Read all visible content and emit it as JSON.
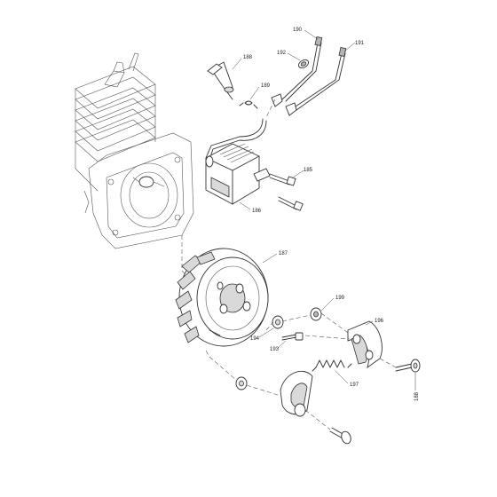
{
  "callouts": {
    "c188a": "188",
    "c189": "189",
    "c190": "190",
    "c191": "191",
    "c192": "192",
    "c185": "185",
    "c186": "186",
    "c187": "187",
    "c199": "199",
    "c196": "196",
    "c194": "194",
    "c193": "193",
    "c197": "197",
    "c188b": "188"
  }
}
